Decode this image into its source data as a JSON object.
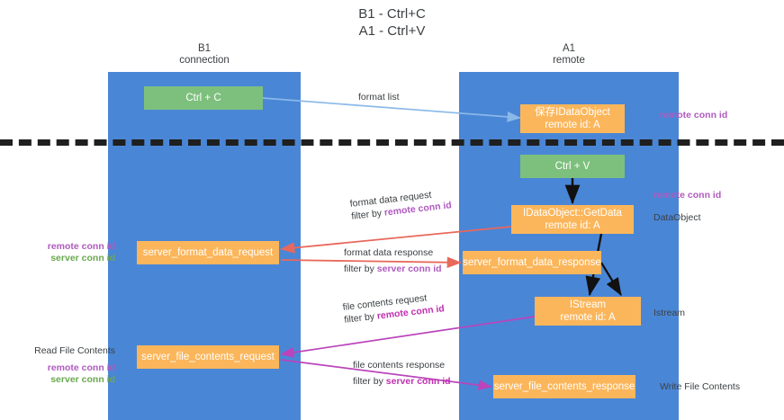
{
  "title": {
    "line1": "B1 - Ctrl+C",
    "line2": "A1 - Ctrl+V"
  },
  "lanes": [
    {
      "id": "b1",
      "name": "B1",
      "role": "connection"
    },
    {
      "id": "a1",
      "name": "A1",
      "role": "remote"
    }
  ],
  "nodes": {
    "ctrl_c": {
      "line1": "Ctrl + C",
      "line2": "",
      "color": "#7dc07d"
    },
    "idataobject": {
      "line1": "保存IDataObject",
      "line2": "remote id: A",
      "color": "#fbb65b"
    },
    "ctrl_v": {
      "line1": "Ctrl + V",
      "line2": "",
      "color": "#7dc07d"
    },
    "getdata": {
      "line1": "IDataObject::GetData",
      "line2": "remote id: A",
      "color": "#fbb65b"
    },
    "sfd_request": {
      "line1": "server_format_data_request",
      "line2": "",
      "color": "#fbb65b"
    },
    "sfd_response": {
      "line1": "server_format_data_response",
      "line2": "",
      "color": "#fbb65b"
    },
    "istream": {
      "line1": "IStream",
      "line2": "remote id: A",
      "color": "#fbb65b"
    },
    "sfc_request": {
      "line1": "server_file_contents_request",
      "line2": "",
      "color": "#fbb65b"
    },
    "sfc_response": {
      "line1": "server_file_contents_response",
      "line2": "",
      "color": "#fbb65b"
    }
  },
  "edge_labels": {
    "format_list": {
      "line1": "format list",
      "filter_prefix": "",
      "filter_key": ""
    },
    "format_data_request": {
      "line1": "format data request",
      "filter_prefix": "filter by ",
      "filter_key": "remote conn id"
    },
    "format_data_response": {
      "line1": "format data response",
      "filter_prefix": "filter by ",
      "filter_key": "server conn id"
    },
    "file_contents_request": {
      "line1": "file contents request",
      "filter_prefix": "filter by ",
      "filter_key": "remote conn id"
    },
    "file_contents_response": {
      "line1": "file contents response",
      "filter_prefix": "filter by ",
      "filter_key": "server conn id"
    }
  },
  "annotations": {
    "remote_conn_id_top": "remote conn id",
    "remote_conn_id_mid": "remote conn id",
    "dataobject": "DataObject",
    "istream": "Istream",
    "write_file_contents": "Write File Contents",
    "read_file_contents": "Read File Contents",
    "left_remote_conn_id_1": "remote conn id",
    "left_server_conn_id_1": "server conn id",
    "left_remote_conn_id_2": "remote conn id",
    "left_server_conn_id_2": "server conn id"
  },
  "colors": {
    "lane": "#4a86d6",
    "green_node": "#7dc07d",
    "orange_node": "#fbb65b",
    "divider": "#1f1f1f",
    "arrow_format_list": "#8ab9e8",
    "arrow_format_data": "#e8685c",
    "arrow_file_contents": "#bb44bb",
    "arrow_black": "#111111",
    "purple_text": "#b05ac0",
    "green_text": "#6aa84f"
  }
}
